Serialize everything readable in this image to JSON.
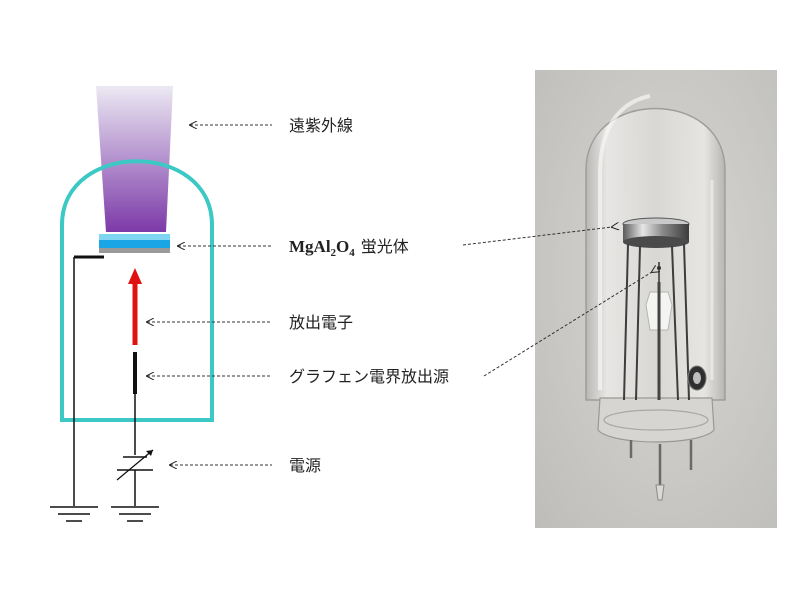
{
  "labels": {
    "far_uv": "遠紫外線",
    "phosphor_chem": {
      "p1": "MgAl",
      "sub1": "2",
      "p2": "O",
      "sub2": "4"
    },
    "phosphor_word": "蛍光体",
    "emitted_electrons": "放出電子",
    "emitter": "グラフェン電界放出源",
    "power_supply": "電源"
  },
  "colors": {
    "tube_outline": "#3cc8c4",
    "uv_gradient_top": "#e6e2f0",
    "uv_gradient_bottom": "#7a3aa6",
    "phosphor_blue": "#1aa6e6",
    "phosphor_light": "#7fd6f3",
    "electron_arrow": "#e01010",
    "photo_bg": "#cbcac7"
  }
}
